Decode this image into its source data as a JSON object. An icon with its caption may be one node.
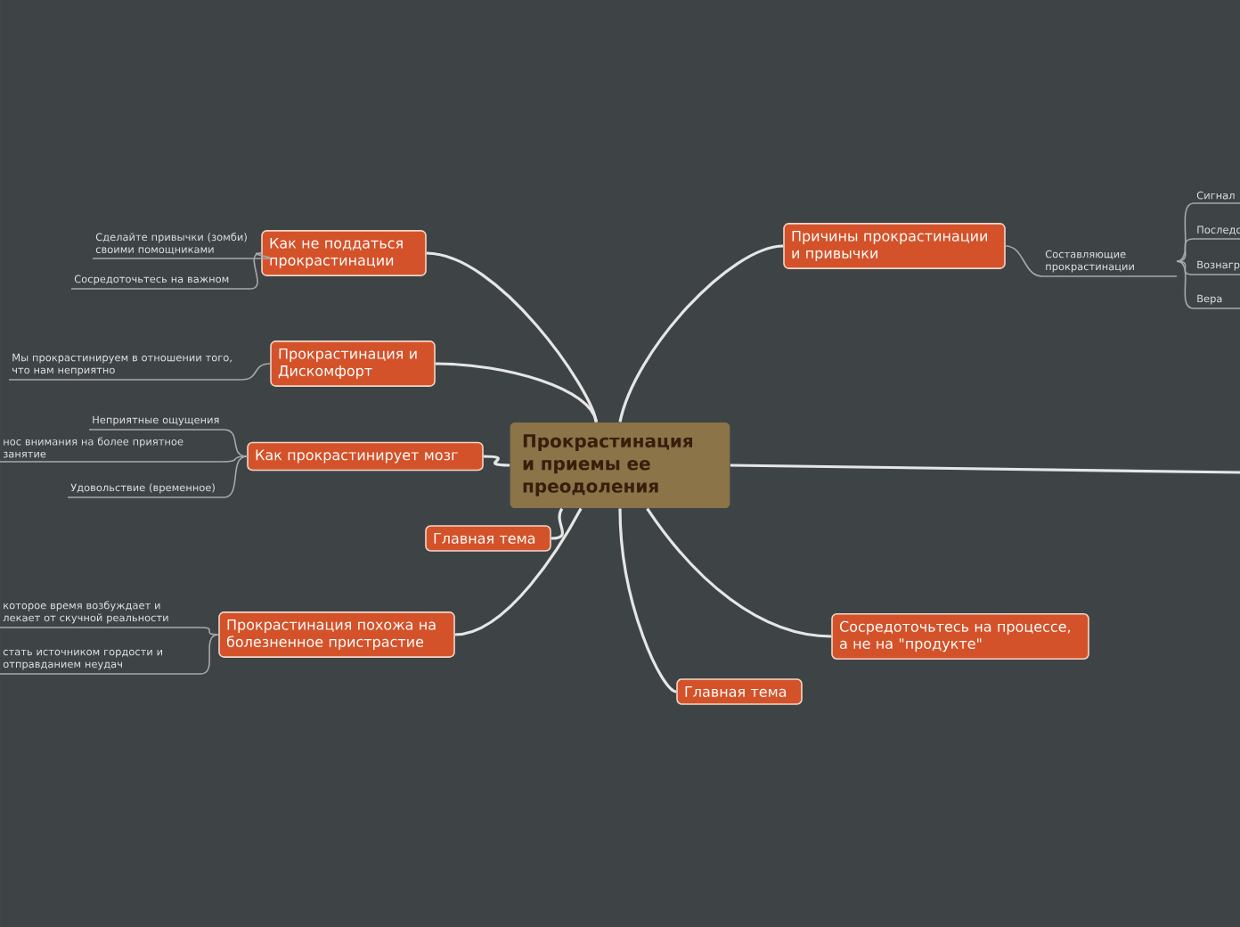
{
  "diagram": {
    "nodes": [
      {
        "text": [
          "Прокрастинация и приемы ее преодоления"
        ]
      },
      {
        "text": [
          "Как не поддаться прокрастинации"
        ]
      },
      {
        "text": [
          "Сделайте привычки (зомби) своими помощниками"
        ]
      },
      {
        "text": [
          "Сосредоточьтесь на важном"
        ]
      },
      {
        "text": [
          "Прокрастинация и Дискомфорт"
        ]
      },
      {
        "text": [
          "Мы прокрастинируем в отношении того, что нам неприятно"
        ]
      },
      {
        "text": [
          "Как прокрастинирует мозг"
        ]
      },
      {
        "text": [
          "Неприятные ощущения"
        ]
      },
      {
        "text": [
          "нос внимания на более приятное занятие"
        ]
      },
      {
        "text": [
          "Удовольствие (временное)"
        ]
      },
      {
        "text": [
          "Главная тема"
        ]
      },
      {
        "text": [
          "Прокрастинация похожа на болезненное пристрастие"
        ]
      },
      {
        "text": [
          "которое время возбуждает и лекает от скучной реальности"
        ]
      },
      {
        "text": [
          "стать источником гордости и отправданием неудач"
        ]
      },
      {
        "text": [
          "Причины прокрастинации и привычки"
        ]
      },
      {
        "text": [
          "Составляющие прокрастинации"
        ]
      },
      {
        "text": [
          "Сигнал"
        ]
      },
      {
        "text": [
          "Последс"
        ]
      },
      {
        "text": [
          "Вознагр"
        ]
      },
      {
        "text": [
          "Вера"
        ]
      },
      {
        "text": [
          "Сосредоточьтесь на процессе, а не на \"продукте\""
        ]
      },
      {
        "text": [
          "Главная тема"
        ]
      }
    ],
    "edges": [
      {
        "from": 0,
        "to": 1,
        "arrow": "none"
      },
      {
        "from": 1,
        "to": 2,
        "arrow": "none"
      },
      {
        "from": 1,
        "to": 3,
        "arrow": "none"
      },
      {
        "from": 0,
        "to": 4,
        "arrow": "none"
      },
      {
        "from": 4,
        "to": 5,
        "arrow": "none"
      },
      {
        "from": 0,
        "to": 6,
        "arrow": "none"
      },
      {
        "from": 6,
        "to": 7,
        "arrow": "none"
      },
      {
        "from": 6,
        "to": 8,
        "arrow": "none"
      },
      {
        "from": 6,
        "to": 9,
        "arrow": "none"
      },
      {
        "from": 0,
        "to": 10,
        "arrow": "none"
      },
      {
        "from": 0,
        "to": 11,
        "arrow": "none"
      },
      {
        "from": 11,
        "to": 12,
        "arrow": "none"
      },
      {
        "from": 11,
        "to": 13,
        "arrow": "none"
      },
      {
        "from": 0,
        "to": 14,
        "arrow": "none"
      },
      {
        "from": 14,
        "to": 15,
        "arrow": "none"
      },
      {
        "from": 15,
        "to": 16,
        "arrow": "none"
      },
      {
        "from": 15,
        "to": 17,
        "arrow": "none"
      },
      {
        "from": 15,
        "to": 18,
        "arrow": "none"
      },
      {
        "from": 15,
        "to": 19,
        "arrow": "none"
      },
      {
        "from": 0,
        "to": 20,
        "arrow": "none"
      },
      {
        "from": 0,
        "to": 21,
        "arrow": "none"
      },
      {
        "from": 0,
        "to": null,
        "arrow": "none"
      }
    ]
  }
}
